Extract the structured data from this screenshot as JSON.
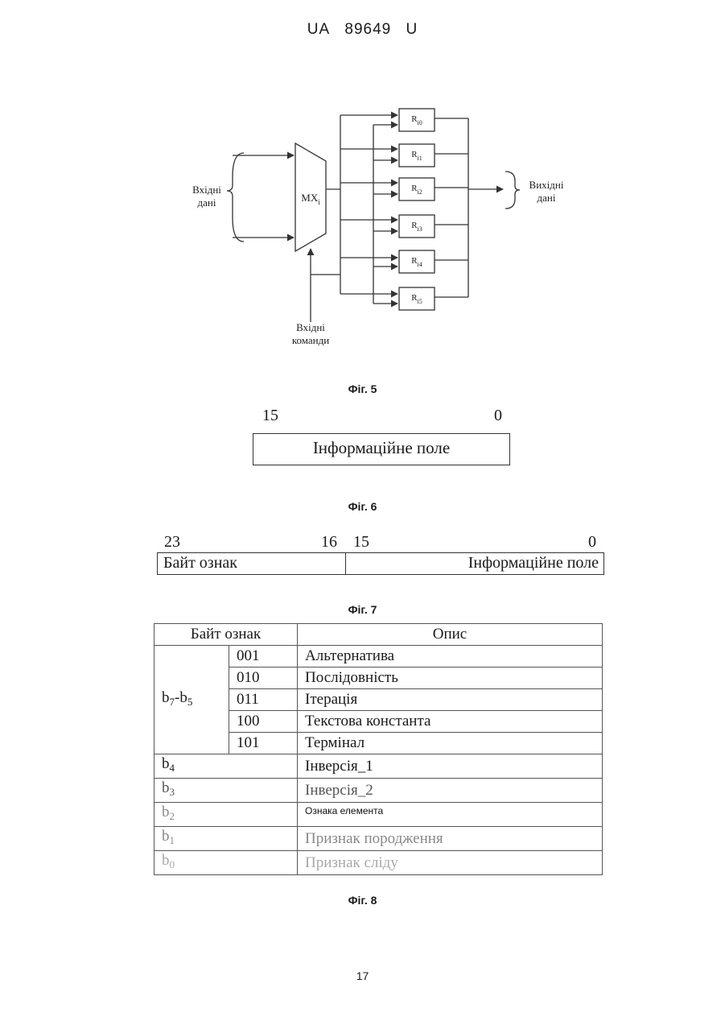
{
  "header": {
    "country": "UA",
    "number": "89649",
    "kind": "U"
  },
  "fig5": {
    "caption": "Фіг. 5",
    "input_data_label": "Вхідні\nдані",
    "mux_label": "MX",
    "mux_sub": "i",
    "output_data_label": "Вихідні\nдані",
    "commands_label": "Вхідні\nкоманди",
    "registers": [
      {
        "main": "R",
        "sub": "i0"
      },
      {
        "main": "R",
        "sub": "i1"
      },
      {
        "main": "R",
        "sub": "i2"
      },
      {
        "main": "R",
        "sub": "i3"
      },
      {
        "main": "R",
        "sub": "i4"
      },
      {
        "main": "R",
        "sub": "i5"
      }
    ]
  },
  "fig6": {
    "caption": "Фіг. 6",
    "bit_high": "15",
    "bit_low": "0",
    "field_label": "Інформаційне поле"
  },
  "fig7": {
    "caption": "Фіг. 7",
    "bit_23": "23",
    "bit_16": "16",
    "bit_15": "15",
    "bit_0": "0",
    "byte_label": "Байт ознак",
    "info_label": "Інформаційне поле"
  },
  "fig8": {
    "caption": "Фіг. 8",
    "header_bits": "Байт ознак",
    "header_desc": "Опис",
    "group_label": {
      "b": "b",
      "s1": "7",
      "mid": "-b",
      "s2": "5"
    },
    "group_rows": [
      {
        "code": "001",
        "desc": "Альтернатива"
      },
      {
        "code": "010",
        "desc": "Послідовність"
      },
      {
        "code": "011",
        "desc": "Ітерація"
      },
      {
        "code": "100",
        "desc": "Текстова константа"
      },
      {
        "code": "101",
        "desc": "Термінал"
      }
    ],
    "single_rows": [
      {
        "b": "b",
        "sub": "4",
        "desc": "Інверсія_1"
      },
      {
        "b": "b",
        "sub": "3",
        "desc": "Інверсія_2"
      },
      {
        "b": "b",
        "sub": "2",
        "desc": "Ознака елемента"
      },
      {
        "b": "b",
        "sub": "1",
        "desc": "Признак породження"
      },
      {
        "b": "b",
        "sub": "0",
        "desc": "Признак сліду"
      }
    ]
  },
  "page_number": "17"
}
